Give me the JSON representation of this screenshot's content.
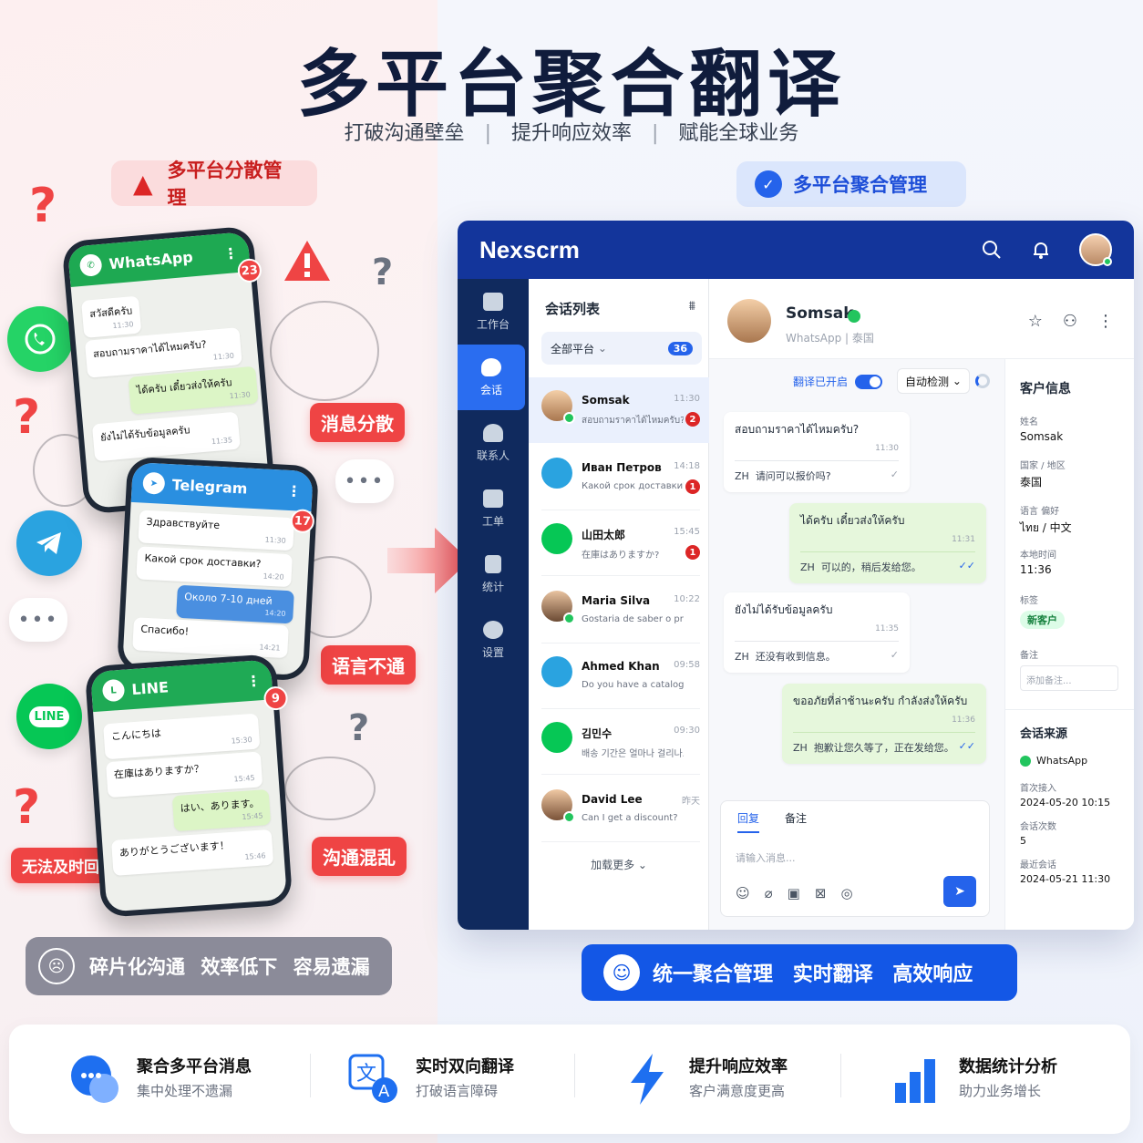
{
  "hero": {
    "title": "多平台聚合翻译",
    "sub1": "打破沟通壁垒",
    "sub2": "提升响应效率",
    "sub3": "赋能全球业务"
  },
  "left_pill": "多平台分散管理",
  "right_pill": "多平台聚合管理",
  "tags": {
    "scattered": "消息分散",
    "language": "语言不通",
    "chaos": "沟通混乱",
    "no_reply": "无法及时回复"
  },
  "phones": {
    "whatsapp": {
      "name": "WhatsApp",
      "badge": "23",
      "msgs": [
        {
          "text": "สวัสดีครับ",
          "time": "11:30"
        },
        {
          "text": "สอบถามราคาได้ไหมครับ?",
          "time": "11:30"
        },
        {
          "text": "ได้ครับ เดี๋ยวส่งให้ครับ",
          "time": "11:30"
        },
        {
          "text": "ยังไม่ได้รับข้อมูลครับ",
          "time": "11:35"
        }
      ]
    },
    "telegram": {
      "name": "Telegram",
      "badge": "17",
      "msgs": [
        {
          "text": "Здравствуйте",
          "time": "11:30"
        },
        {
          "text": "Какой срок доставки?",
          "time": "14:20"
        },
        {
          "text": "Около 7-10 дней",
          "time": "14:20"
        },
        {
          "text": "Спасибо!",
          "time": "14:21"
        }
      ]
    },
    "line": {
      "name": "LINE",
      "badge": "9",
      "msgs": [
        {
          "text": "こんにちは",
          "time": "15:30"
        },
        {
          "text": "在庫はありますか？",
          "time": "15:45"
        },
        {
          "text": "はい、あります。",
          "time": "15:45"
        },
        {
          "text": "ありがとうございます！",
          "time": "15:46"
        }
      ]
    }
  },
  "left_footer": {
    "a": "碎片化沟通",
    "b": "效率低下",
    "c": "容易遗漏"
  },
  "app": {
    "brand": "Nexscrm",
    "nav": [
      "工作台",
      "会话",
      "联系人",
      "工单",
      "统计",
      "设置"
    ],
    "list_title": "会话列表",
    "filter_label": "全部平台",
    "filter_count": "36",
    "conversations": [
      {
        "name": "Somsak",
        "time": "11:30",
        "preview": "สอบถามราคาได้ไหมครับ?",
        "unread": "2"
      },
      {
        "name": "Иван Петров",
        "time": "14:18",
        "preview": "Какой срок доставки?",
        "unread": "1"
      },
      {
        "name": "山田太郎",
        "time": "15:45",
        "preview": "在庫はありますか?",
        "unread": "1"
      },
      {
        "name": "Maria Silva",
        "time": "10:22",
        "preview": "Gostaria de saber o preço.",
        "unread": ""
      },
      {
        "name": "Ahmed Khan",
        "time": "09:58",
        "preview": "Do you have a catalog?",
        "unread": ""
      },
      {
        "name": "김민수",
        "time": "09:30",
        "preview": "배송 기간은 얼마나 걸리나요?",
        "unread": ""
      },
      {
        "name": "David Lee",
        "time": "昨天",
        "preview": "Can I get a discount?",
        "unread": ""
      }
    ],
    "load_more": "加载更多 ⌄",
    "chat": {
      "name": "Somsak",
      "platform": "WhatsApp",
      "country": "泰国",
      "translate_on": "翻译已开启",
      "auto_detect": "自动检测",
      "messages": [
        {
          "text": "สอบถามราคาได้ไหมครับ?",
          "time": "11:30",
          "zh": "请问可以报价吗?"
        },
        {
          "text": "ได้ครับ เดี๋ยวส่งให้ครับ",
          "time": "11:31",
          "zh": "可以的，稍后发给您。"
        },
        {
          "text": "ยังไม่ได้รับข้อมูลครับ",
          "time": "11:35",
          "zh": "还没有收到信息。"
        },
        {
          "text": "ขออภัยที่ล่าช้านะครับ กำลังส่งให้ครับ",
          "time": "11:36",
          "zh": "抱歉让您久等了，正在发给您。"
        }
      ],
      "zh_label": "ZH",
      "tab_reply": "回复",
      "tab_note": "备注",
      "placeholder": "请输入消息..."
    },
    "customer": {
      "title": "客户信息",
      "name_label": "姓名",
      "name": "Somsak",
      "country_label": "国家 / 地区",
      "country": "泰国",
      "lang_label": "语言 偏好",
      "lang": "ไทย / 中文",
      "local_time_label": "本地时间",
      "local_time": "11:36",
      "tag_label": "标签",
      "tag": "新客户",
      "note_label": "备注",
      "note_placeholder": "添加备注...",
      "source_title": "会话来源",
      "source": "WhatsApp",
      "first_label": "首次接入",
      "first": "2024-05-20 10:15",
      "count_label": "会话次数",
      "count": "5",
      "last_label": "最近会话",
      "last": "2024-05-21 11:30"
    }
  },
  "right_footer": {
    "a": "统一聚合管理",
    "b": "实时翻译",
    "c": "高效响应"
  },
  "features": [
    {
      "title": "聚合多平台消息",
      "sub": "集中处理不遗漏"
    },
    {
      "title": "实时双向翻译",
      "sub": "打破语言障碍"
    },
    {
      "title": "提升响应效率",
      "sub": "客户满意度更高"
    },
    {
      "title": "数据统计分析",
      "sub": "助力业务增长"
    }
  ],
  "colors": {
    "accent": "#2563eb",
    "navy": "#13359b",
    "alert": "#ef4444",
    "whatsapp": "#1ea952",
    "telegram": "#2aa3e0",
    "line": "#06c755"
  }
}
